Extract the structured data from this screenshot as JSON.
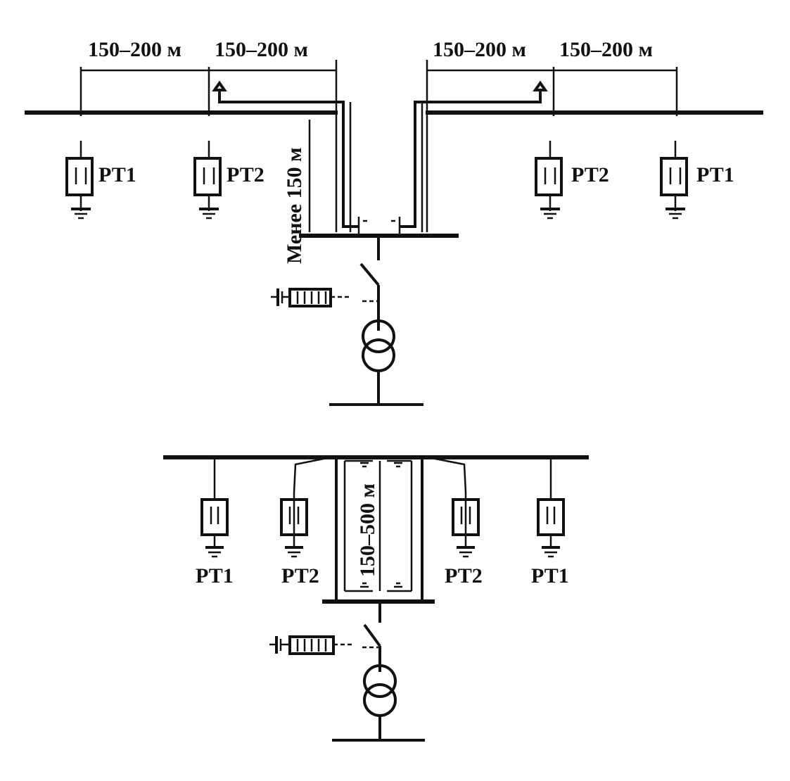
{
  "diagram": {
    "top": {
      "dim_left_1": "150–200 м",
      "dim_left_2": "150–200 м",
      "dim_right_1": "150–200 м",
      "dim_right_2": "150–200 м",
      "arrester_left_1": "РТ1",
      "arrester_left_2": "РТ2",
      "arrester_right_2": "РТ2",
      "arrester_right_1": "РТ1",
      "vertical_dim": "Менее 150 м"
    },
    "bottom": {
      "arrester_left_1": "РТ1",
      "arrester_left_2": "РТ2",
      "arrester_right_2": "РТ2",
      "arrester_right_1": "РТ1",
      "vertical_dim": "150–500 м"
    }
  }
}
